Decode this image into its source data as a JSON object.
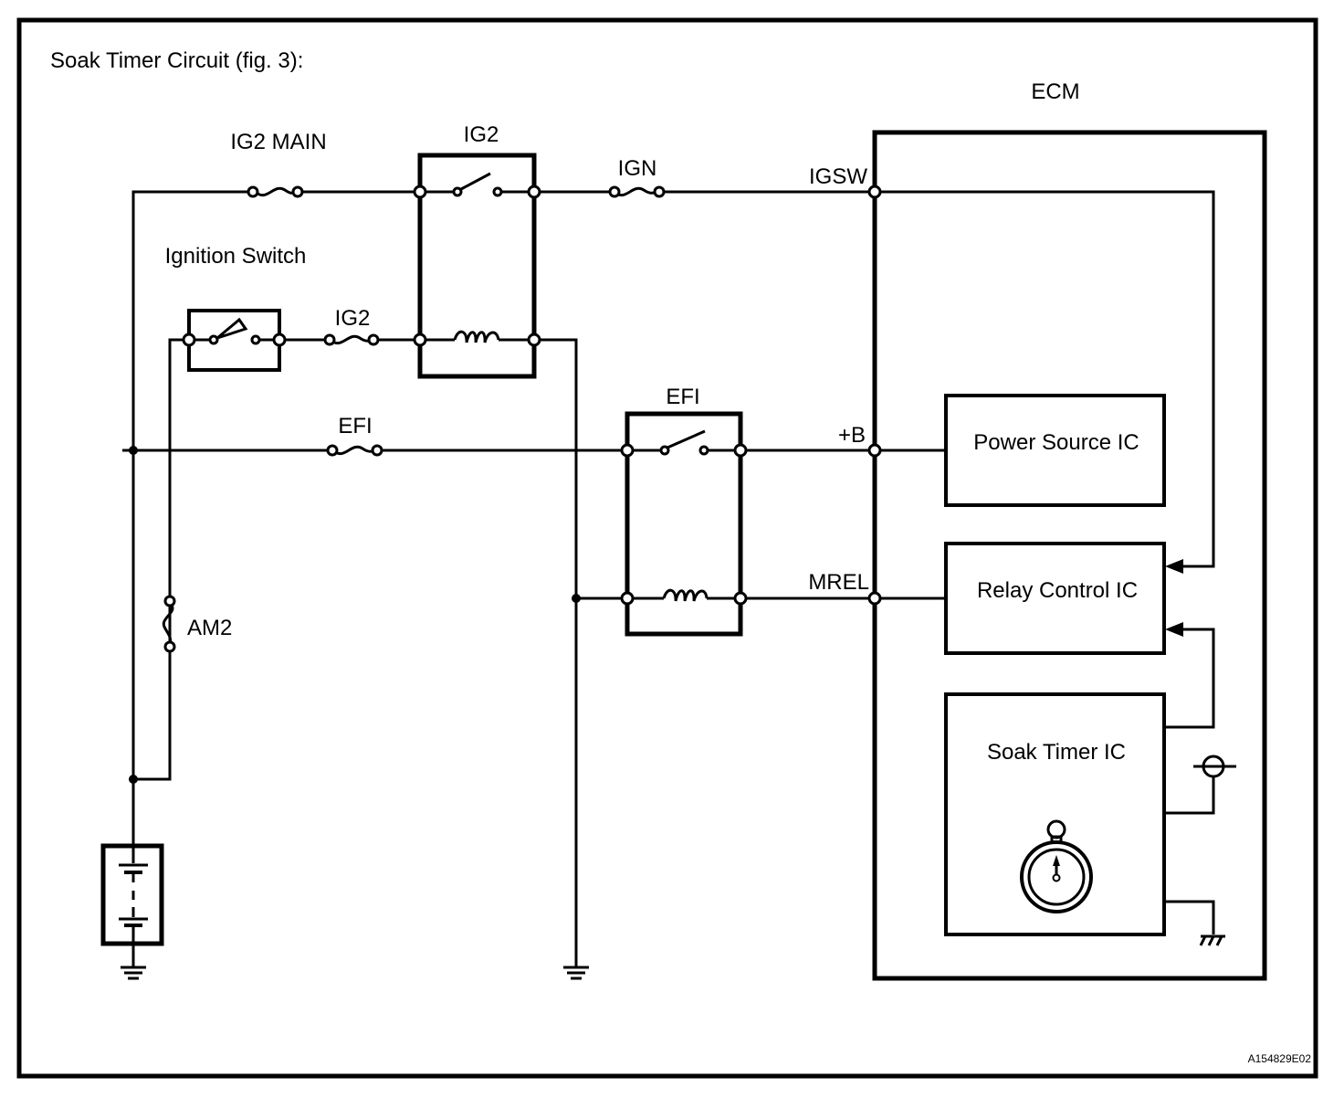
{
  "figure": {
    "title": "Soak Timer Circuit (fig. 3):",
    "figure_id": "A154829E02"
  },
  "components": {
    "fuse_ig2_main": "IG2 MAIN",
    "relay_ig2": "IG2",
    "fuse_ign": "IGN",
    "ignition_switch": "Ignition Switch",
    "fuse_ig2": "IG2",
    "fuse_efi": "EFI",
    "relay_efi": "EFI",
    "fuse_am2": "AM2",
    "ecm": "ECM"
  },
  "terminals": {
    "igsw": "IGSW",
    "plus_b": "+B",
    "mrel": "MREL"
  },
  "ecm_blocks": {
    "power_source_ic": "Power Source IC",
    "relay_control_ic": "Relay Control IC",
    "soak_timer_ic": "Soak Timer IC"
  }
}
